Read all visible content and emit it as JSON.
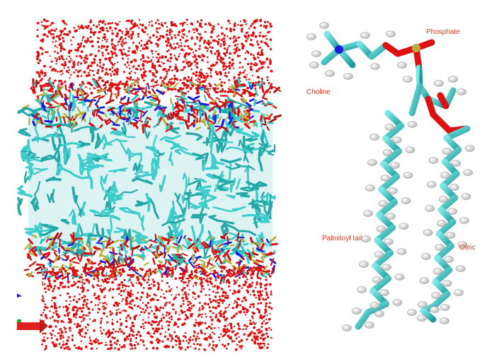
{
  "labels": {
    "phosphate": "Phosphate",
    "choline": "Choline",
    "palmitoyl": "Palmitoyl tail",
    "oleic": "Oleic"
  },
  "colors": {
    "label": "#e8381c",
    "water": "#dd1111",
    "carbon": "#33c4c4",
    "oxygen": "#dd1111",
    "nitrogen": "#1a1ae0",
    "phosphorus": "#b8ae3c",
    "hydrogen": "#e8e8e8",
    "axis_x": "#e02020",
    "axis_y": "#22aa22",
    "axis_z": "#2222cc"
  }
}
